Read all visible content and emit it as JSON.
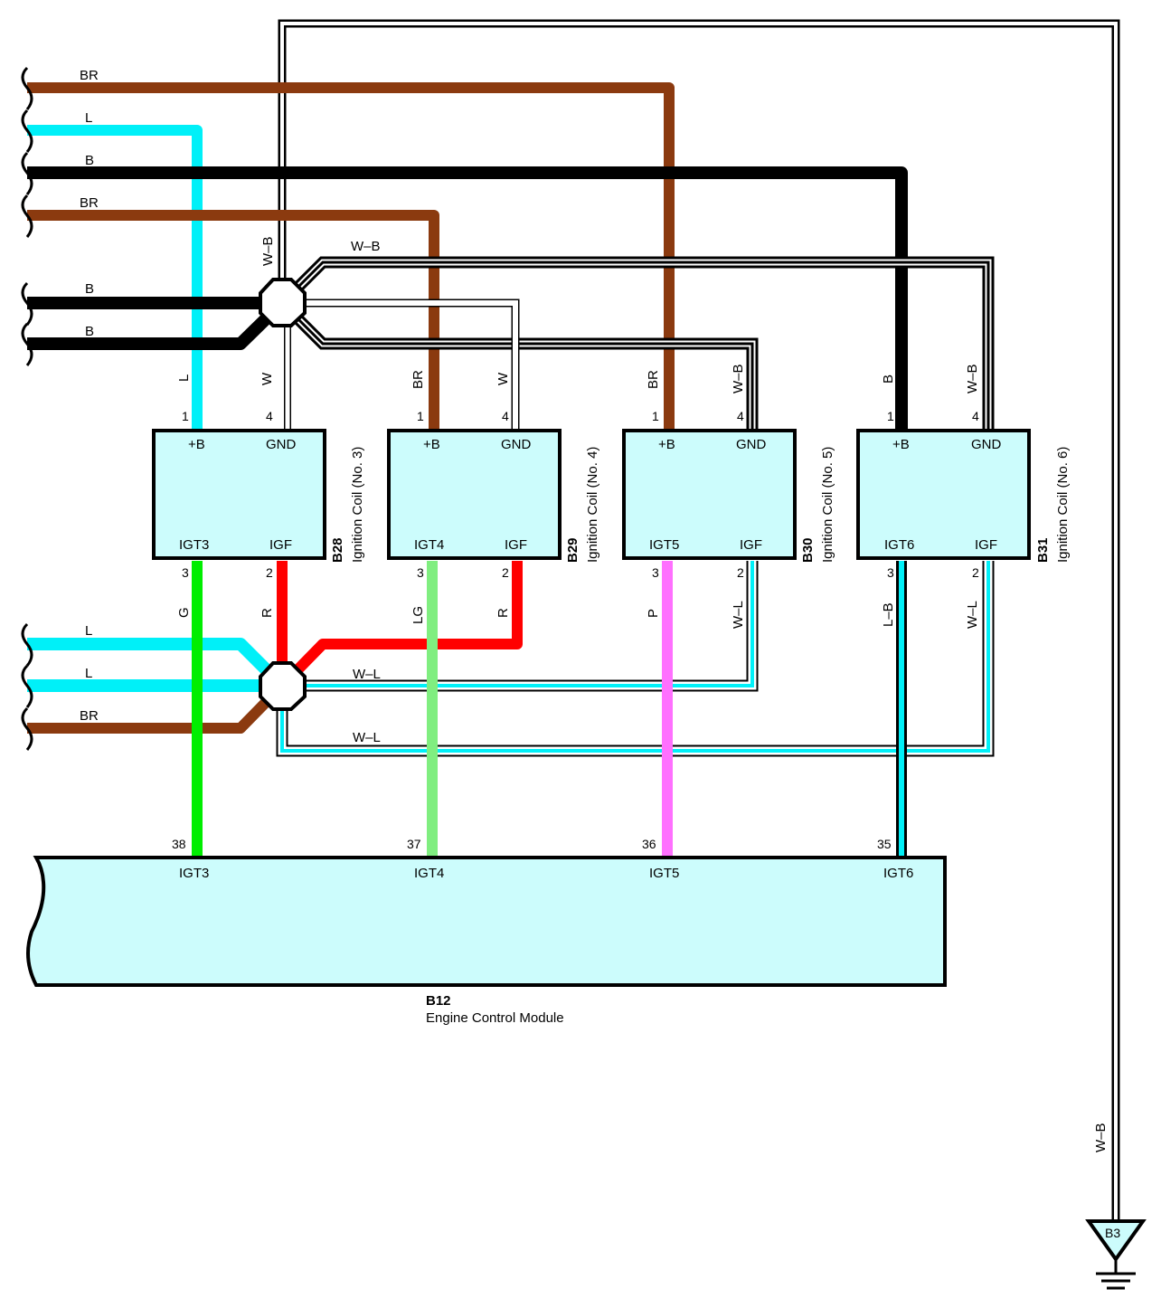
{
  "colors": {
    "BR": "#8b3a0f",
    "L": "#00f0f8",
    "B": "#000000",
    "G": "#00ee00",
    "LG": "#80ee80",
    "R": "#ff0000",
    "P": "#ff70ff",
    "box_fill": "#ccfcfc"
  },
  "left_wires": {
    "top": [
      "BR",
      "L",
      "B",
      "BR"
    ],
    "junction1": [
      "B",
      "B"
    ],
    "junction2": [
      "L",
      "L",
      "BR"
    ]
  },
  "ground_wire_labels": {
    "top_w_b": "W–B",
    "loop_w_b": "W–B",
    "w_l_1": "W–L",
    "w_l_2": "W–L",
    "ground_w_b": "W–B"
  },
  "coils": [
    {
      "code": "B28",
      "name": "Ignition Coil (No. 3)",
      "pin_labels": {
        "plus_b": "+B",
        "gnd": "GND",
        "igt": "IGT3",
        "igf": "IGF"
      },
      "pin_numbers": {
        "plus_b": "1",
        "gnd": "4",
        "igt": "3",
        "igf": "2"
      },
      "wires": {
        "plus_b": "L",
        "gnd": "W",
        "igt": "G",
        "igf": "R"
      }
    },
    {
      "code": "B29",
      "name": "Ignition Coil (No. 4)",
      "pin_labels": {
        "plus_b": "+B",
        "gnd": "GND",
        "igt": "IGT4",
        "igf": "IGF"
      },
      "pin_numbers": {
        "plus_b": "1",
        "gnd": "4",
        "igt": "3",
        "igf": "2"
      },
      "wires": {
        "plus_b": "BR",
        "gnd": "W",
        "igt": "LG",
        "igf": "R"
      }
    },
    {
      "code": "B30",
      "name": "Ignition Coil (No. 5)",
      "pin_labels": {
        "plus_b": "+B",
        "gnd": "GND",
        "igt": "IGT5",
        "igf": "IGF"
      },
      "pin_numbers": {
        "plus_b": "1",
        "gnd": "4",
        "igt": "3",
        "igf": "2"
      },
      "wires": {
        "plus_b": "BR",
        "gnd": "W–B",
        "igt": "P",
        "igf": "W–L"
      }
    },
    {
      "code": "B31",
      "name": "Ignition Coil (No. 6)",
      "pin_labels": {
        "plus_b": "+B",
        "gnd": "GND",
        "igt": "IGT6",
        "igf": "IGF"
      },
      "pin_numbers": {
        "plus_b": "1",
        "gnd": "4",
        "igt": "3",
        "igf": "2"
      },
      "wires": {
        "plus_b": "B",
        "gnd": "W–B",
        "igt": "L–B",
        "igf": "W–L"
      }
    }
  ],
  "ecm": {
    "code": "B12",
    "name": "Engine Control Module",
    "pins": [
      {
        "number": "38",
        "label": "IGT3"
      },
      {
        "number": "37",
        "label": "IGT4"
      },
      {
        "number": "36",
        "label": "IGT5"
      },
      {
        "number": "35",
        "label": "IGT6"
      }
    ]
  },
  "ground": {
    "code": "B3"
  }
}
